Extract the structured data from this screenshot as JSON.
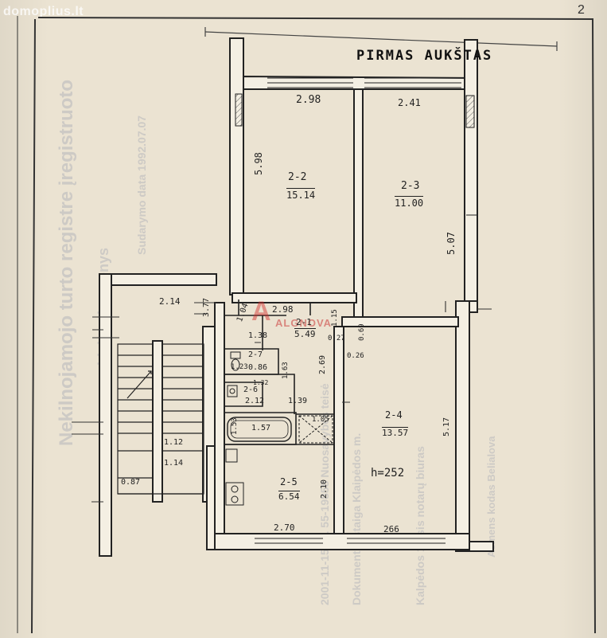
{
  "watermark_site": "domoplius.lt",
  "page_number": "2",
  "floor_title": "PIRMAS AUKŠTAS",
  "center_logo": "ALGNOVA",
  "ceiling_height": "h=252",
  "rooms": {
    "r22": {
      "id": "2-2",
      "area": "15.14"
    },
    "r23": {
      "id": "2-3",
      "area": "11.00"
    },
    "r21": {
      "id": "2-1",
      "area": "5.49"
    },
    "r27": {
      "id": "2-7",
      "area": "0.86"
    },
    "r26": {
      "id": "2-6",
      "area": "2.12"
    },
    "r24": {
      "id": "2-4",
      "area": "13.57"
    },
    "r25": {
      "id": "2-5",
      "area": "6.54"
    }
  },
  "dims": {
    "d298_top": "2.98",
    "d241": "2.41",
    "d598": "5.98",
    "d507": "5.07",
    "d214": "2.14",
    "d377": "3.77",
    "d104": "1.04",
    "d298_mid": "2.98",
    "d115": "1.15",
    "d138": "1.38",
    "d027": "0.27",
    "d069": "0.69",
    "d026": "0.26",
    "d269": "2.69",
    "d123": "1.23",
    "d163": "1.63",
    "d132": "1.32",
    "d139": "1.39",
    "d153": "1.53",
    "d157": "1.57",
    "d105": "1.05",
    "d517": "5.17",
    "d112": "1.12",
    "d114": "1.14",
    "d087": "0.87",
    "d210": "2.10",
    "d270": "2.70",
    "d266": "266"
  }
}
